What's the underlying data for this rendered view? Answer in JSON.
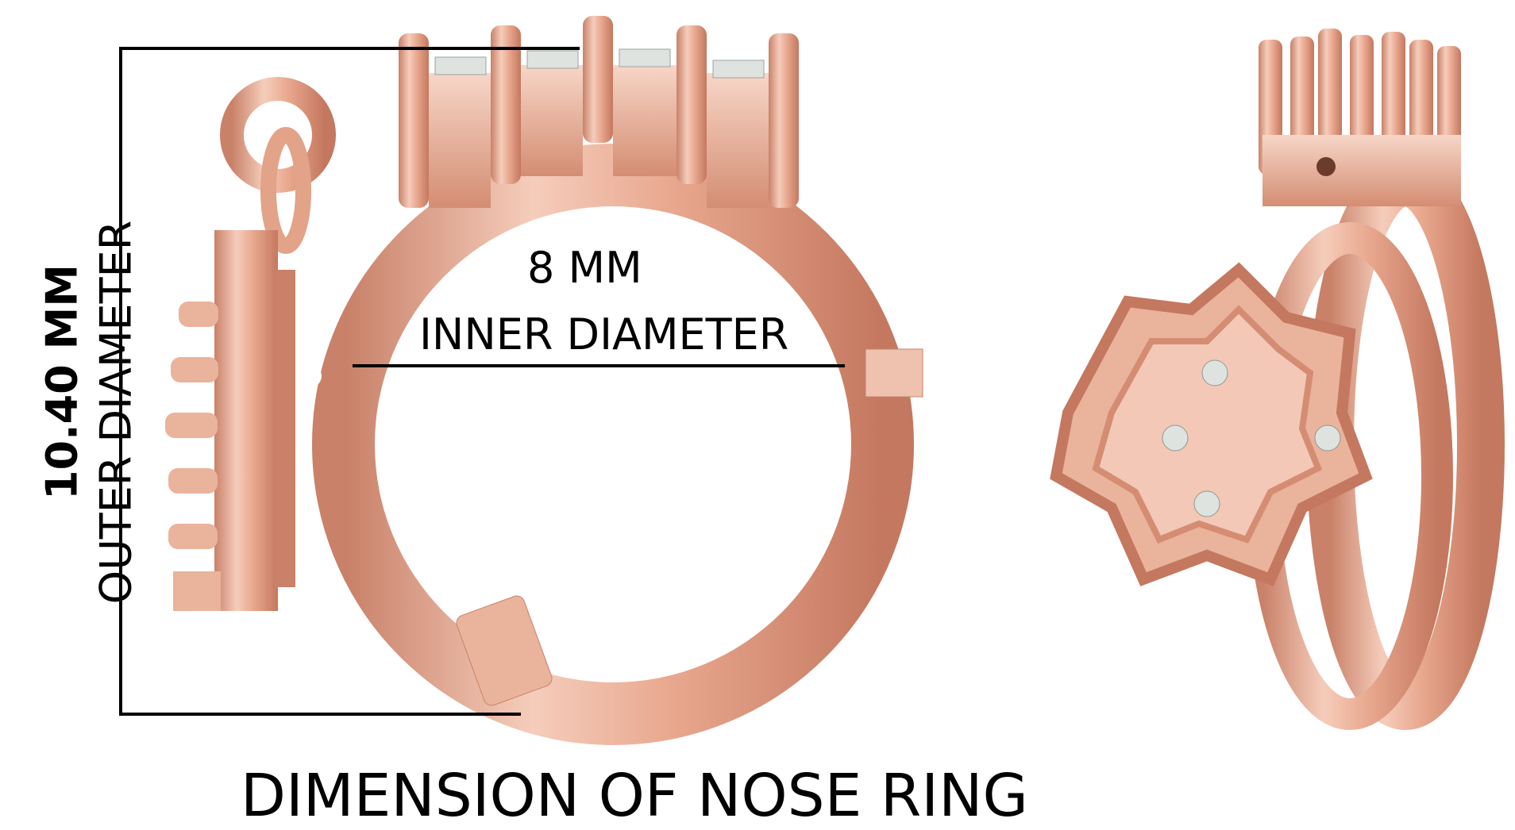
{
  "title": "DIMENSION OF NOSE RING",
  "inner": {
    "value": "8 MM",
    "label": "INNER DIAMETER"
  },
  "outer": {
    "value": "10.40 MM",
    "label": "OUTER DIAMETER"
  },
  "colors": {
    "metal": "#e8a88f",
    "metal_light": "#f6d2c2",
    "metal_dark": "#c77e66",
    "stone": "#dfe3e0",
    "ink": "#000000"
  },
  "views": [
    {
      "name": "front-view",
      "description": "Front view of rose gold nose ring with five-prong stone crown and hanging flower charm"
    },
    {
      "name": "side-view",
      "description": "Side view of the same nose ring showing flower charm with stones"
    }
  ]
}
